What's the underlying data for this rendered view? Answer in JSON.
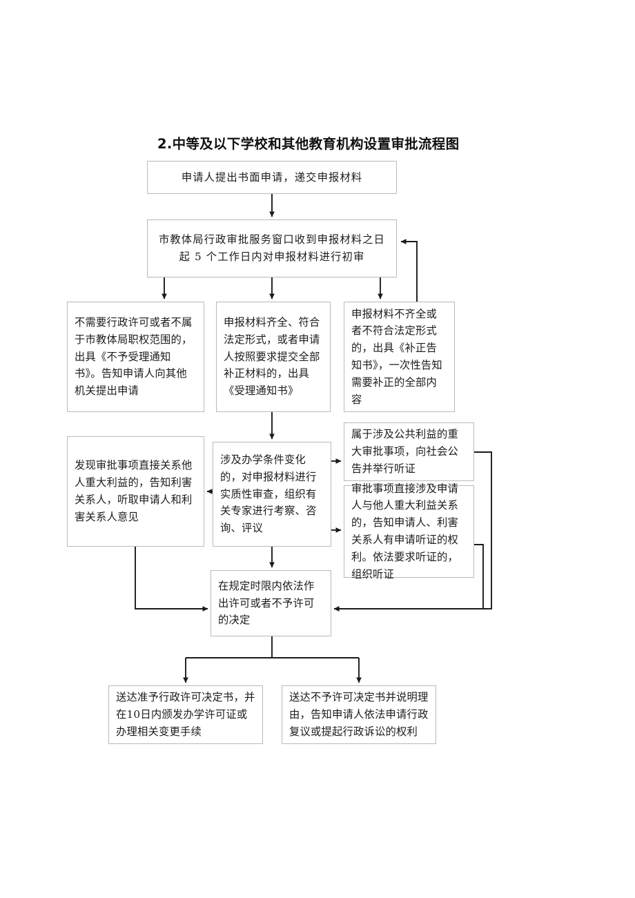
{
  "document": {
    "title": "2.中等及以下学校和其他教育机构设置审批流程图",
    "page_background": "#ffffff",
    "box_border_color": "#b9b9b9",
    "connector_color": "#1a1a1a"
  },
  "chart_data": {
    "type": "diagram",
    "diagram_kind": "flowchart",
    "title": "2.中等及以下学校和其他教育机构设置审批流程图",
    "orientation": "top-to-bottom",
    "nodes": [
      {
        "id": "apply",
        "label": "申请人提出书面申请，递交申报材料",
        "shape": "rectangle",
        "row": 1,
        "column": "center"
      },
      {
        "id": "window",
        "label": "市教体局行政审批服务窗口收到申报材料之日起 5 个工作日内对申报材料进行初审",
        "shape": "rectangle",
        "row": 2,
        "column": "center"
      },
      {
        "id": "reject",
        "label": "不需要行政许可或者不属于市教体局职权范围的，出具《不予受理通知书》。告知申请人向其他机关提出申请",
        "shape": "rectangle",
        "row": 3,
        "column": "left"
      },
      {
        "id": "accept",
        "label": "申报材料齐全、符合法定形式，或者申请人按照要求提交全部补正材料的，出具《受理通知书》",
        "shape": "rectangle",
        "row": 3,
        "column": "center"
      },
      {
        "id": "correct",
        "label": "申报材料不齐全或者不符合法定形式的，出具《补正告知书》，一次性告知需要补正的全部内容",
        "shape": "rectangle",
        "row": 3,
        "column": "right"
      },
      {
        "id": "interest",
        "label": "发现审批事项直接关系他人重大利益的，告知利害关系人，听取申请人和利害关系人意见",
        "shape": "rectangle",
        "row": 4,
        "column": "left"
      },
      {
        "id": "substantive",
        "label": "涉及办学条件变化的，对申报材料进行实质性审查，组织有关专家进行考察、咨询、评议",
        "shape": "rectangle",
        "row": 4,
        "column": "center"
      },
      {
        "id": "public_hearing",
        "label": "属于涉及公共利益的重大审批事项，向社会公告并举行听证",
        "shape": "rectangle",
        "row": 4,
        "column": "right-top"
      },
      {
        "id": "party_hearing",
        "label": "审批事项直接涉及申请人与他人重大利益关系的，告知申请人、利害关系人有申请听证的权利。依法要求听证的，组织听证",
        "shape": "rectangle",
        "row": 4,
        "column": "right-bottom"
      },
      {
        "id": "decide",
        "label": "在规定时限内依法作出许可或者不予许可的决定",
        "shape": "rectangle",
        "row": 5,
        "column": "center"
      },
      {
        "id": "approve",
        "label": "送达准予行政许可决定书，并在10日内颁发办学许可证或办理相关变更手续",
        "shape": "rectangle",
        "row": 6,
        "column": "left"
      },
      {
        "id": "deny",
        "label": "送达不予许可决定书并说明理由，告知申请人依法申请行政复议或提起行政诉讼的权利",
        "shape": "rectangle",
        "row": 6,
        "column": "right"
      }
    ],
    "edges": [
      {
        "from": "apply",
        "to": "window",
        "style": "straight-down",
        "arrow": true
      },
      {
        "from": "window",
        "to": "reject",
        "style": "elbow-down",
        "arrow": true
      },
      {
        "from": "window",
        "to": "accept",
        "style": "straight-down",
        "arrow": true
      },
      {
        "from": "window",
        "to": "correct",
        "style": "elbow-down",
        "arrow": true
      },
      {
        "from": "correct",
        "to": "window",
        "style": "return-loop-right",
        "arrow": true
      },
      {
        "from": "accept",
        "to": "substantive",
        "style": "straight-down",
        "arrow": true
      },
      {
        "from": "substantive",
        "to": "interest",
        "style": "elbow-left",
        "arrow": true
      },
      {
        "from": "substantive",
        "to": "public_hearing",
        "style": "elbow-right",
        "arrow": true
      },
      {
        "from": "substantive",
        "to": "party_hearing",
        "style": "elbow-right",
        "arrow": true
      },
      {
        "from": "substantive",
        "to": "decide",
        "style": "straight-down",
        "arrow": true
      },
      {
        "from": "interest",
        "to": "decide",
        "style": "elbow-down-right",
        "arrow": true
      },
      {
        "from": "public_hearing",
        "to": "decide",
        "style": "elbow-right-down",
        "arrow": true
      },
      {
        "from": "party_hearing",
        "to": "decide",
        "style": "elbow-right-down",
        "arrow": true
      },
      {
        "from": "decide",
        "to": "approve",
        "style": "elbow-down-left",
        "arrow": true
      },
      {
        "from": "decide",
        "to": "deny",
        "style": "elbow-down-right",
        "arrow": true
      }
    ]
  }
}
